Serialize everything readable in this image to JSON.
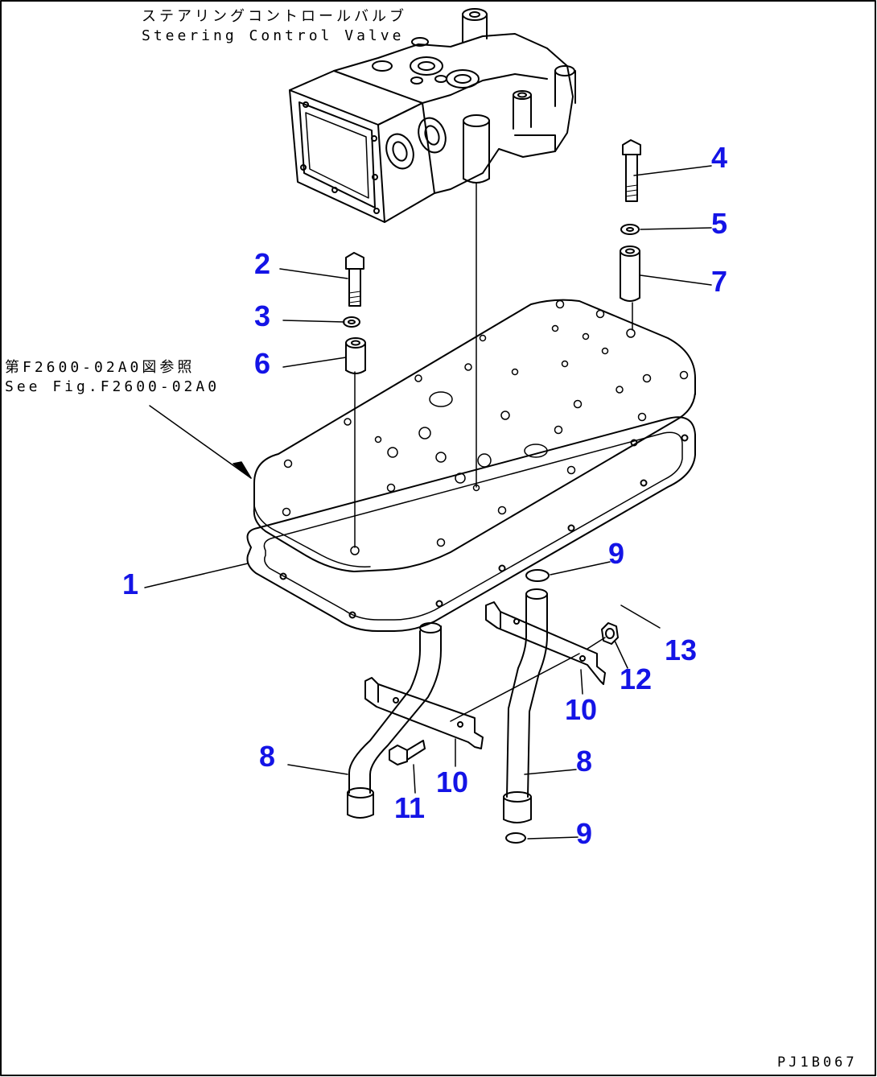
{
  "captions": {
    "valve_jp": "ステアリングコントロールバルブ",
    "valve_en": "Steering Control Valve",
    "ref_jp": "第F2600-02A0図参照",
    "ref_en": "See Fig.F2600-02A0",
    "drawing_no": "PJ1B067"
  },
  "callouts": {
    "c1": "1",
    "c2": "2",
    "c3": "3",
    "c4": "4",
    "c5": "5",
    "c6": "6",
    "c7": "7",
    "c8a": "8",
    "c8b": "8",
    "c9a": "9",
    "c9b": "9",
    "c10a": "10",
    "c10b": "10",
    "c11": "11",
    "c12": "12",
    "c13": "13"
  },
  "colors": {
    "callout": "#1414e6",
    "line": "#000000",
    "background": "#ffffff"
  }
}
